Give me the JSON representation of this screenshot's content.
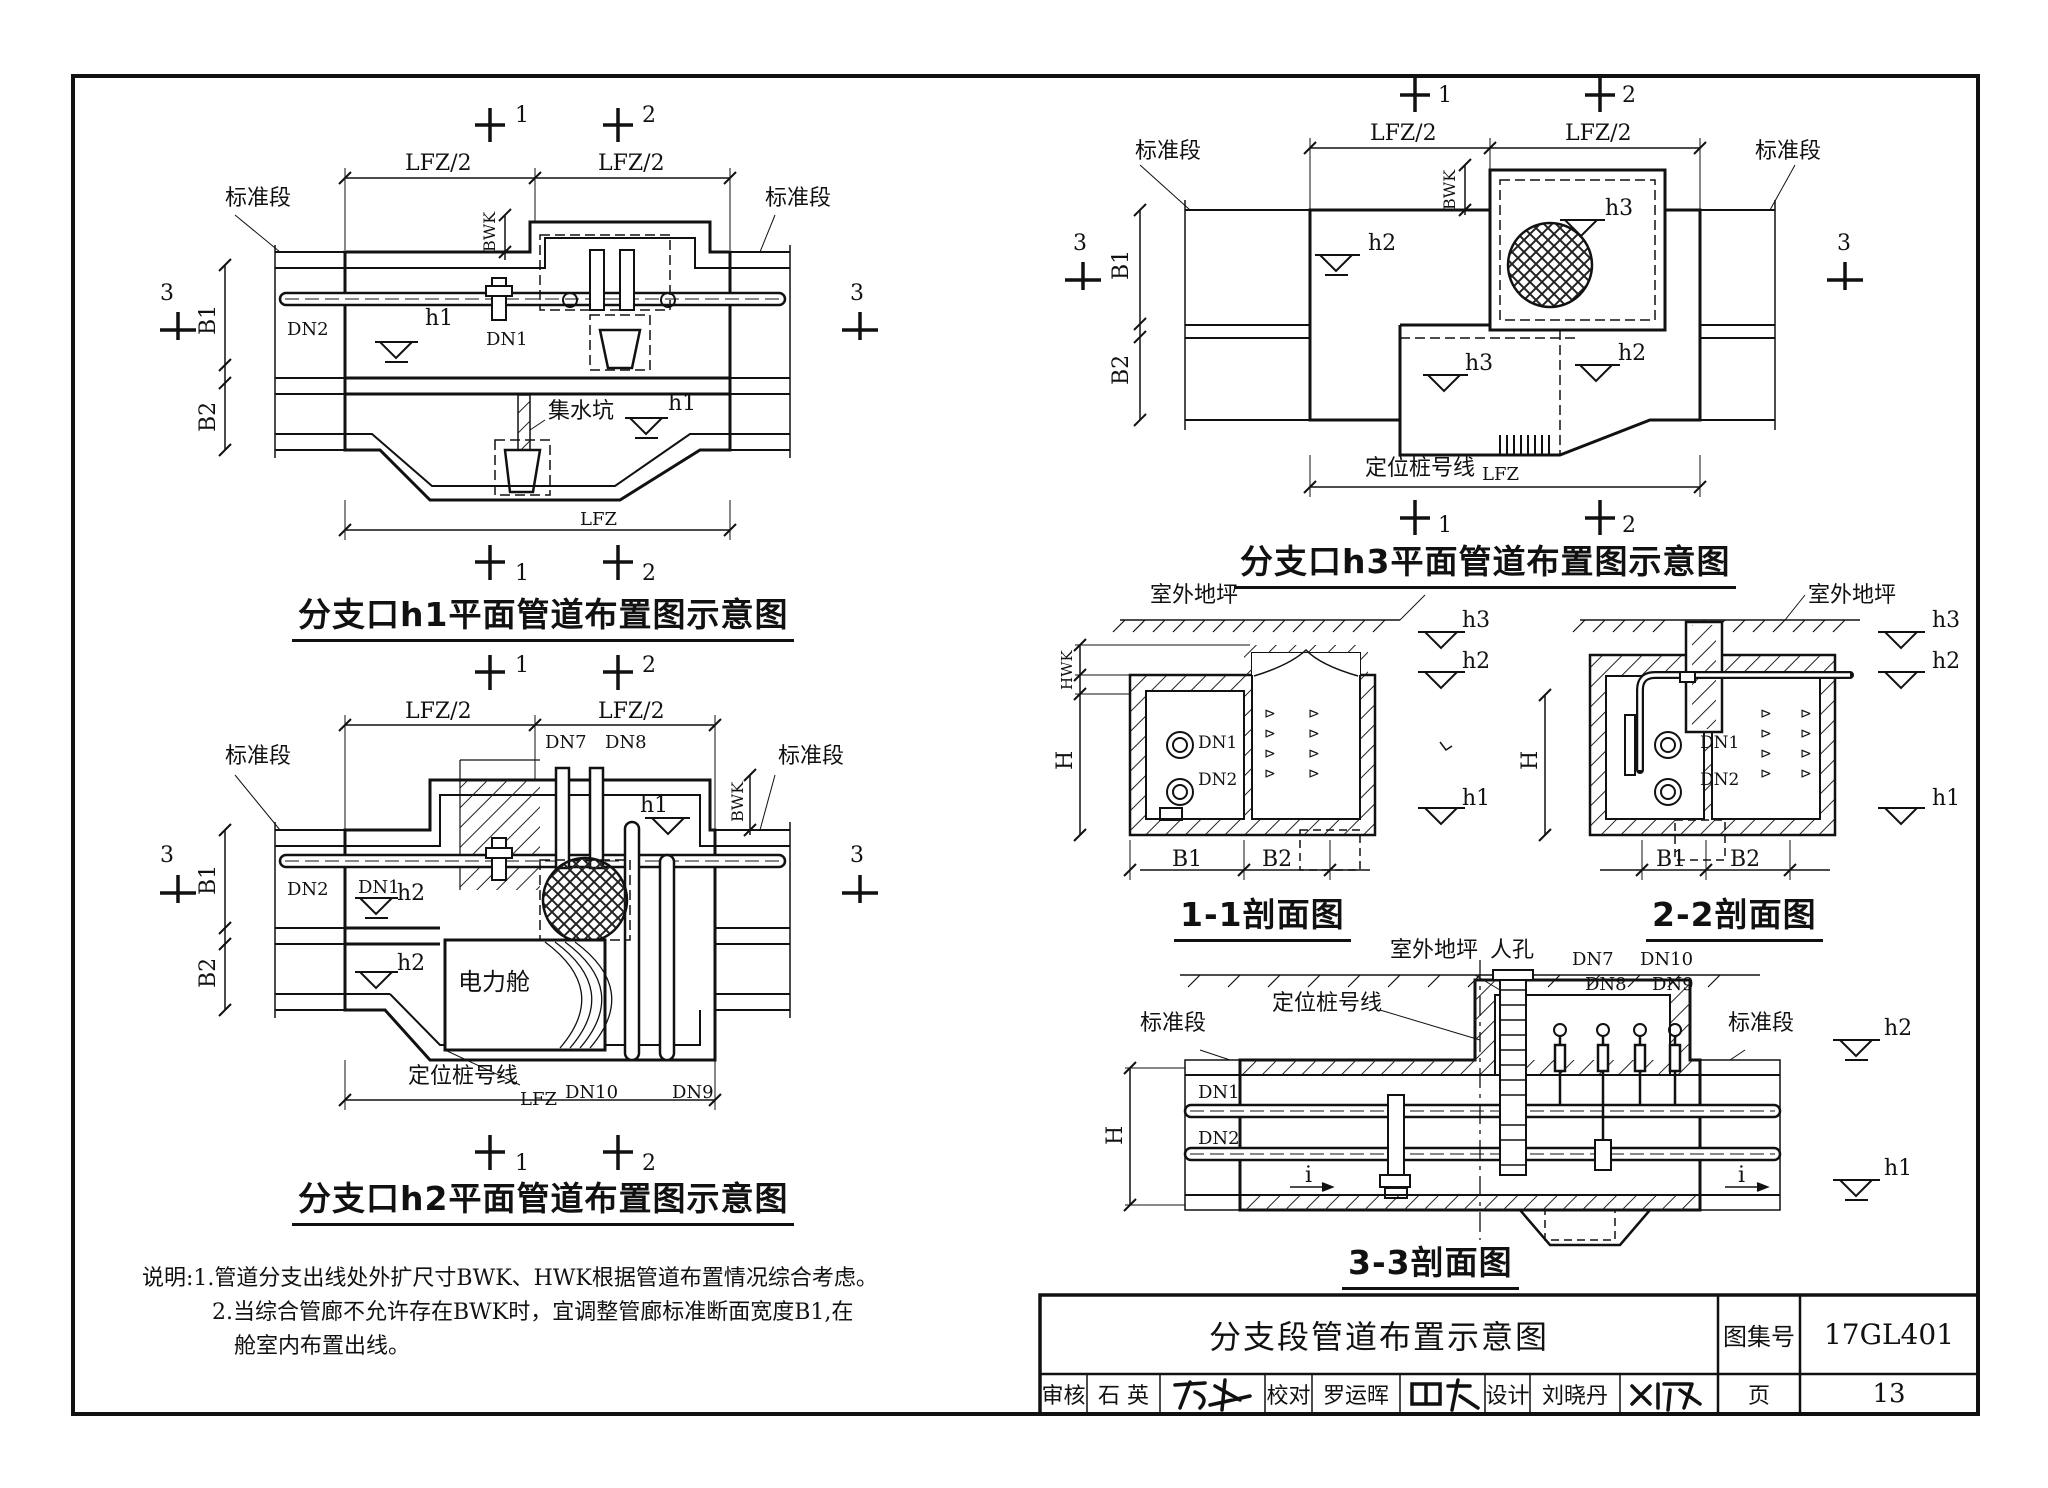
{
  "titles": {
    "h1_plan": "分支口h1平面管道布置图示意图",
    "h2_plan": "分支口h2平面管道布置图示意图",
    "h3_plan": "分支口h3平面管道布置图示意图",
    "section_1_1": "1-1剖面图",
    "section_2_2": "2-2剖面图",
    "section_3_3": "3-3剖面图"
  },
  "labels": {
    "standard_segment": "标准段",
    "outdoor_ground": "室外地坪",
    "sump": "集水坑",
    "power_cabin": "电力舱",
    "positioning_stake": "定位桩号线",
    "manhole": "人孔",
    "lfz_half": "LFZ/2",
    "lfz": "LFZ",
    "bwk": "BWK",
    "hwk": "HWK",
    "b1": "B1",
    "b2": "B2",
    "h": "H",
    "h1": "h1",
    "h2": "h2",
    "h3": "h3",
    "dn1": "DN1",
    "dn2": "DN2",
    "dn7": "DN7",
    "dn8": "DN8",
    "dn9": "DN9",
    "dn10": "DN10",
    "cut1": "1",
    "cut2": "2",
    "cut3": "3",
    "slope": "i"
  },
  "notes": {
    "prefix": "说明:",
    "line1": "1.管道分支出线处外扩尺寸BWK、HWK根据管道布置情况综合考虑。",
    "line2": "2.当综合管廊不允许存在BWK时，宜调整管廊标准断面宽度B1,在",
    "line3": "舱室内布置出线。"
  },
  "title_block": {
    "drawing_title": "分支段管道布置示意图",
    "atlas_label": "图集号",
    "atlas_no": "17GL401",
    "review_label": "审核",
    "reviewer": "石  英",
    "check_label": "校对",
    "checker": "罗运晖",
    "design_label": "设计",
    "designer": "刘晓丹",
    "page_label": "页",
    "page_no": "13"
  }
}
